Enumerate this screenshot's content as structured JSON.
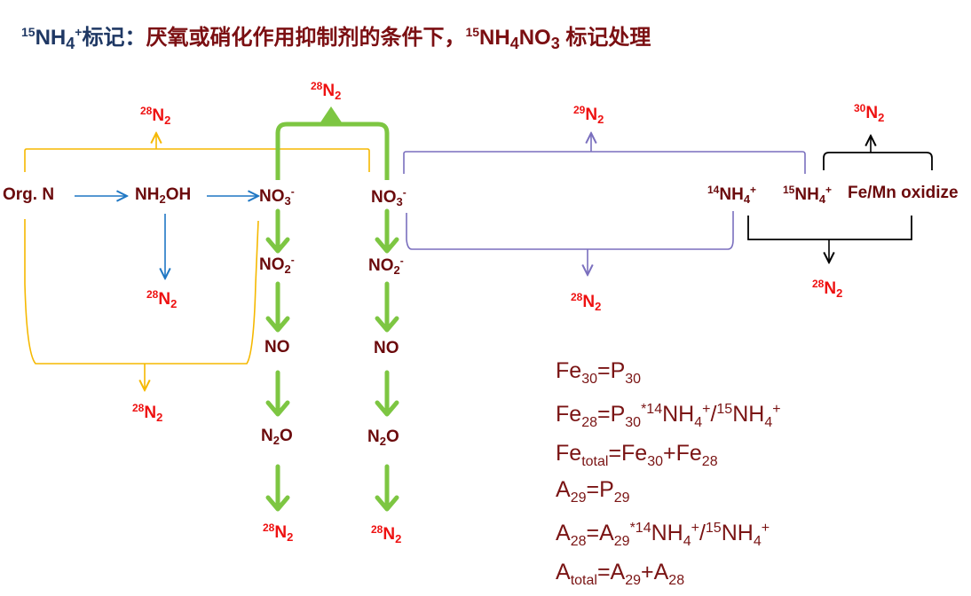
{
  "title": {
    "prefix_mass": "15",
    "prefix_formula_a": "NH",
    "prefix_formula_sub": "4",
    "prefix_formula_sup": "+",
    "prefix_text": "标记：",
    "main_text": "厌氧或硝化作用抑制剂的条件下，",
    "compound_mass": "15",
    "compound_a": "NH",
    "compound_sub1": "4",
    "compound_b": "NO",
    "compound_sub2": "3",
    "suffix_text": " 标记处理"
  },
  "colors": {
    "title_navy": "#1f3864",
    "species": "#6b0a0c",
    "n2_product": "#ee1111",
    "equation": "#7a1414",
    "blue_arrow": "#1f77c4",
    "yellow_bracket": "#f5b800",
    "green_arrow": "#7dc642",
    "purple_bracket": "#7a6fbe",
    "black_bracket": "#000000"
  },
  "species": {
    "org_n": "Org. N",
    "nh2oh_a": "NH",
    "nh2oh_sub": "2",
    "nh2oh_b": "OH",
    "no3_a": "NO",
    "no3_sub": "3",
    "no3_sup": "-",
    "no2_a": "NO",
    "no2_sub": "2",
    "no2_sup": "-",
    "no": "NO",
    "n2o_a": "N",
    "n2o_sub": "2",
    "n2o_b": "O",
    "nh4_14_mass": "14",
    "nh4_15_mass": "15",
    "nh4_a": "NH",
    "nh4_sub": "4",
    "nh4_sup": "+",
    "fe_mn": "Fe/Mn oxidize"
  },
  "products": {
    "n2_28_mass": "28",
    "n2_29_mass": "29",
    "n2_30_mass": "30",
    "n2_a": "N",
    "n2_sub": "2"
  },
  "equations_fe": {
    "l1": {
      "a": "Fe",
      "a_sub": "30",
      "eq": "=P",
      "b_sub": "30"
    },
    "l2": {
      "a": "Fe",
      "a_sub": "28",
      "eq": "=P",
      "b_sub": "30",
      "mul": "*",
      "m1": "14",
      "n1": "NH",
      "s1": "4",
      "p1": "+",
      "div": "/",
      "m2": "15",
      "n2": "NH",
      "s2": "4",
      "p2": "+"
    },
    "l3": {
      "a": "Fe",
      "a_sub": "total",
      "eq": "=Fe",
      "b_sub": "30",
      "plus": "+Fe",
      "c_sub": "28"
    }
  },
  "equations_a": {
    "l1": {
      "a": "A",
      "a_sub": "29",
      "eq": "=P",
      "b_sub": "29"
    },
    "l2": {
      "a": "A",
      "a_sub": "28",
      "eq": "=A",
      "b_sub": "29",
      "mul": "*",
      "m1": "14",
      "n1": "NH",
      "s1": "4",
      "p1": "+",
      "div": "/",
      "m2": "15",
      "n2": "NH",
      "s2": "4",
      "p2": "+"
    },
    "l3": {
      "a": "A",
      "a_sub": "total",
      "eq": "=A",
      "b_sub": "29",
      "plus": "+A",
      "c_sub": "28"
    }
  }
}
